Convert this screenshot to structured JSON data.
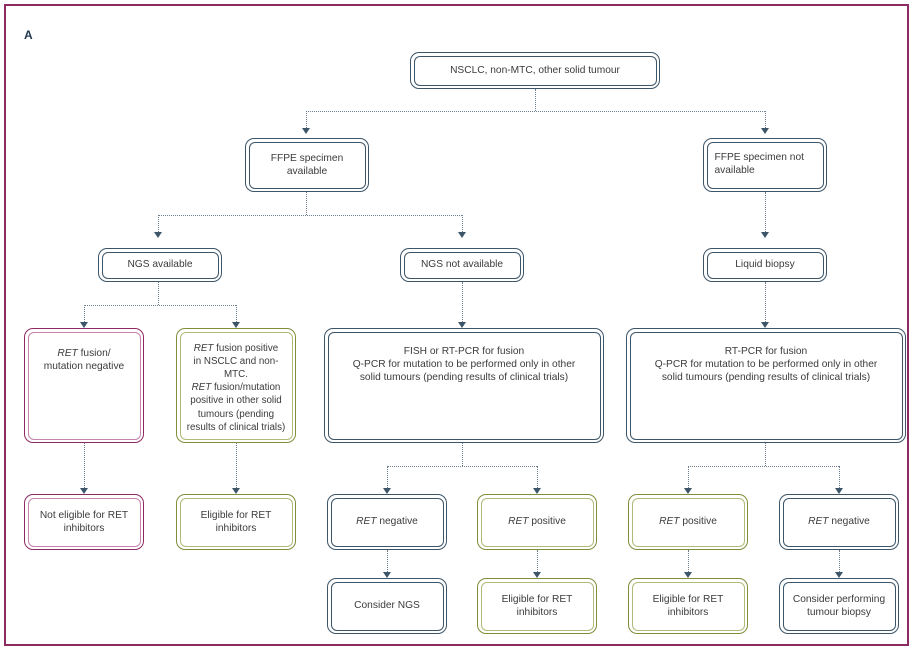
{
  "figure": {
    "panel_label": "A",
    "frame_color": "#8e2a62",
    "default_border_color": "#3c5569",
    "negative_border_color": "#8e2a62",
    "positive_border_color": "#7e8f3a",
    "connector_color": "#6d7f8e"
  },
  "nodes": {
    "root": {
      "label": "NSCLC, non-MTC, other solid tumour"
    },
    "ffpe_available": {
      "label": "FFPE specimen\navailable"
    },
    "ffpe_not_available": {
      "label": "FFPE specimen not\navailable"
    },
    "ngs_available": {
      "label": "NGS available"
    },
    "ngs_not_available": {
      "label": "NGS not available"
    },
    "liquid_biopsy": {
      "label": "Liquid biopsy"
    },
    "ret_fusion_negative": {
      "line1_italic": "RET",
      "line1_rest": " fusion/",
      "line2": "mutation negative"
    },
    "ret_fusion_positive_ngs": {
      "l1_italic": "RET",
      "l1_rest": " fusion positive",
      "l2": "in NSCLC and non-MTC.",
      "l3_italic": "RET",
      "l3_rest": " fusion/mutation",
      "l4": "positive in other solid",
      "l5": "tumours (pending",
      "l6": "results of clinical trials)"
    },
    "fish_rtpcr": {
      "line1": "FISH or RT-PCR for fusion",
      "line2": "Q-PCR for mutation to be performed only in other",
      "line3": "solid tumours (pending results of clinical trials)"
    },
    "rtpcr_liquid": {
      "line1": "RT-PCR for fusion",
      "line2": "Q-PCR for mutation to be performed only in other",
      "line3": "solid tumours (pending results of clinical trials)"
    },
    "not_eligible": {
      "label": "Not eligible for RET\ninhibitors"
    },
    "eligible_ngs": {
      "label": "Eligible for RET\ninhibitors"
    },
    "ret_negative_fish": {
      "italic": "RET",
      "rest": " negative"
    },
    "ret_positive_fish": {
      "italic": "RET",
      "rest": " positive"
    },
    "ret_positive_liquid": {
      "italic": "RET",
      "rest": " positive"
    },
    "ret_negative_liquid": {
      "italic": "RET",
      "rest": " negative"
    },
    "consider_ngs": {
      "label": "Consider NGS"
    },
    "eligible_fish": {
      "label": "Eligible for RET\ninhibitors"
    },
    "eligible_liquid": {
      "label": "Eligible for RET\ninhibitors"
    },
    "consider_biopsy": {
      "label": "Consider performing\ntumour biopsy"
    }
  }
}
